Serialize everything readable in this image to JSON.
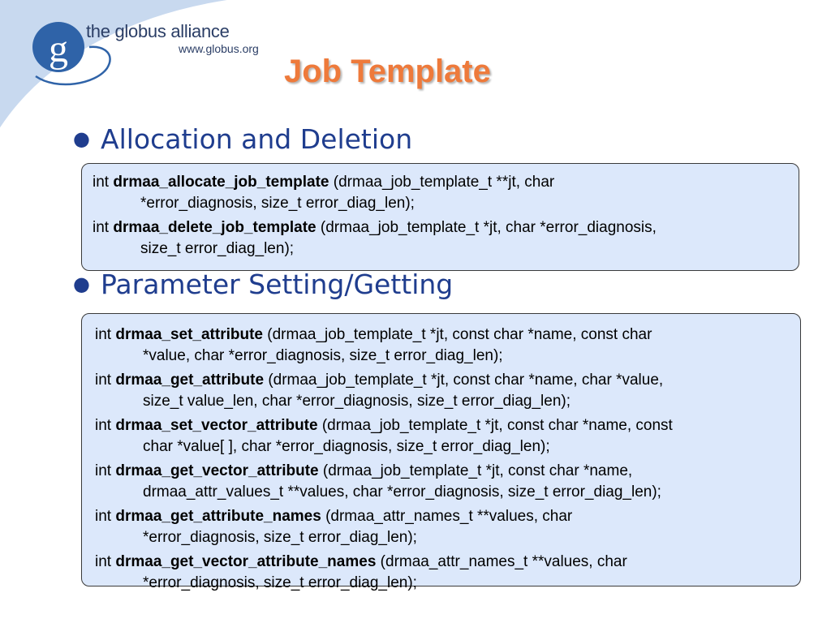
{
  "header": {
    "logo_mark": "g",
    "logo_name": "the globus alliance",
    "logo_url": "www.globus.org"
  },
  "title": "Job Template",
  "colors": {
    "title": "#ee7a3b",
    "bullet_text": "#1f3d8e",
    "box_fill": "#dce8fb",
    "swoosh": "#c8d9ef",
    "logo_circle": "#2f63a8"
  },
  "sections": [
    {
      "heading": "Allocation and Deletion",
      "functions": [
        {
          "ret": "int",
          "name": "drmaa_allocate_job_template",
          "args_line1": "(drmaa_job_template_t **jt, char",
          "args_line2": "*error_diagnosis, size_t error_diag_len);"
        },
        {
          "ret": "int",
          "name": "drmaa_delete_job_template",
          "args_line1": "(drmaa_job_template_t *jt, char *error_diagnosis,",
          "args_line2": "size_t error_diag_len);"
        }
      ]
    },
    {
      "heading": "Parameter Setting/Getting",
      "functions": [
        {
          "ret": "int",
          "name": "drmaa_set_attribute",
          "args_line1": "(drmaa_job_template_t *jt, const char *name, const char",
          "args_line2": "*value, char *error_diagnosis, size_t error_diag_len);"
        },
        {
          "ret": "int",
          "name": "drmaa_get_attribute",
          "args_line1": "(drmaa_job_template_t *jt, const char *name, char *value,",
          "args_line2": "size_t value_len, char *error_diagnosis, size_t error_diag_len);"
        },
        {
          "ret": "int",
          "name": "drmaa_set_vector_attribute",
          "args_line1": "(drmaa_job_template_t *jt, const char *name, const",
          "args_line2": "char *value[ ], char *error_diagnosis, size_t error_diag_len);"
        },
        {
          "ret": "int",
          "name": "drmaa_get_vector_attribute",
          "args_line1": "(drmaa_job_template_t *jt, const char *name,",
          "args_line2": "drmaa_attr_values_t **values, char *error_diagnosis, size_t error_diag_len);"
        },
        {
          "ret": "int",
          "name": "drmaa_get_attribute_names",
          "args_line1": "(drmaa_attr_names_t **values, char",
          "args_line2": "*error_diagnosis, size_t error_diag_len);"
        },
        {
          "ret": "int",
          "name": "drmaa_get_vector_attribute_names",
          "args_line1": "(drmaa_attr_names_t **values, char",
          "args_line2": "*error_diagnosis, size_t error_diag_len);"
        }
      ]
    }
  ]
}
